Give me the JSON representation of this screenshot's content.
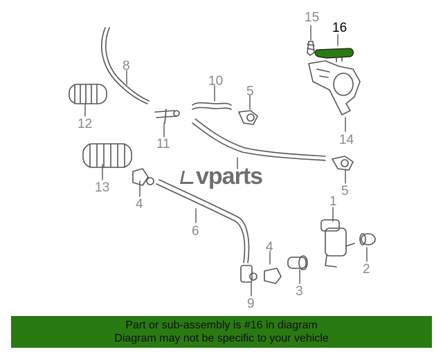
{
  "callouts": [
    {
      "id": "1",
      "label": "1",
      "highlight": false
    },
    {
      "id": "2",
      "label": "2",
      "highlight": false
    },
    {
      "id": "3",
      "label": "3",
      "highlight": false
    },
    {
      "id": "4a",
      "label": "4",
      "highlight": false
    },
    {
      "id": "4b",
      "label": "4",
      "highlight": false
    },
    {
      "id": "5a",
      "label": "5",
      "highlight": false
    },
    {
      "id": "5b",
      "label": "5",
      "highlight": false
    },
    {
      "id": "6",
      "label": "6",
      "highlight": false
    },
    {
      "id": "8",
      "label": "8",
      "highlight": false
    },
    {
      "id": "9",
      "label": "9",
      "highlight": false
    },
    {
      "id": "10",
      "label": "10",
      "highlight": false
    },
    {
      "id": "11",
      "label": "11",
      "highlight": false
    },
    {
      "id": "12",
      "label": "12",
      "highlight": false
    },
    {
      "id": "13",
      "label": "13",
      "highlight": false
    },
    {
      "id": "14",
      "label": "14",
      "highlight": false
    },
    {
      "id": "15",
      "label": "15",
      "highlight": false
    },
    {
      "id": "16",
      "label": "16",
      "highlight": true
    }
  ],
  "watermark": "vparts",
  "banner": {
    "line1": "Part or sub-assembly is #16 in diagram",
    "line2": "Diagram may not be specific to your vehicle"
  },
  "colors": {
    "highlight_part": "#2a7a12",
    "banner_bg": "#2a7a12",
    "line_art": "#555555"
  }
}
